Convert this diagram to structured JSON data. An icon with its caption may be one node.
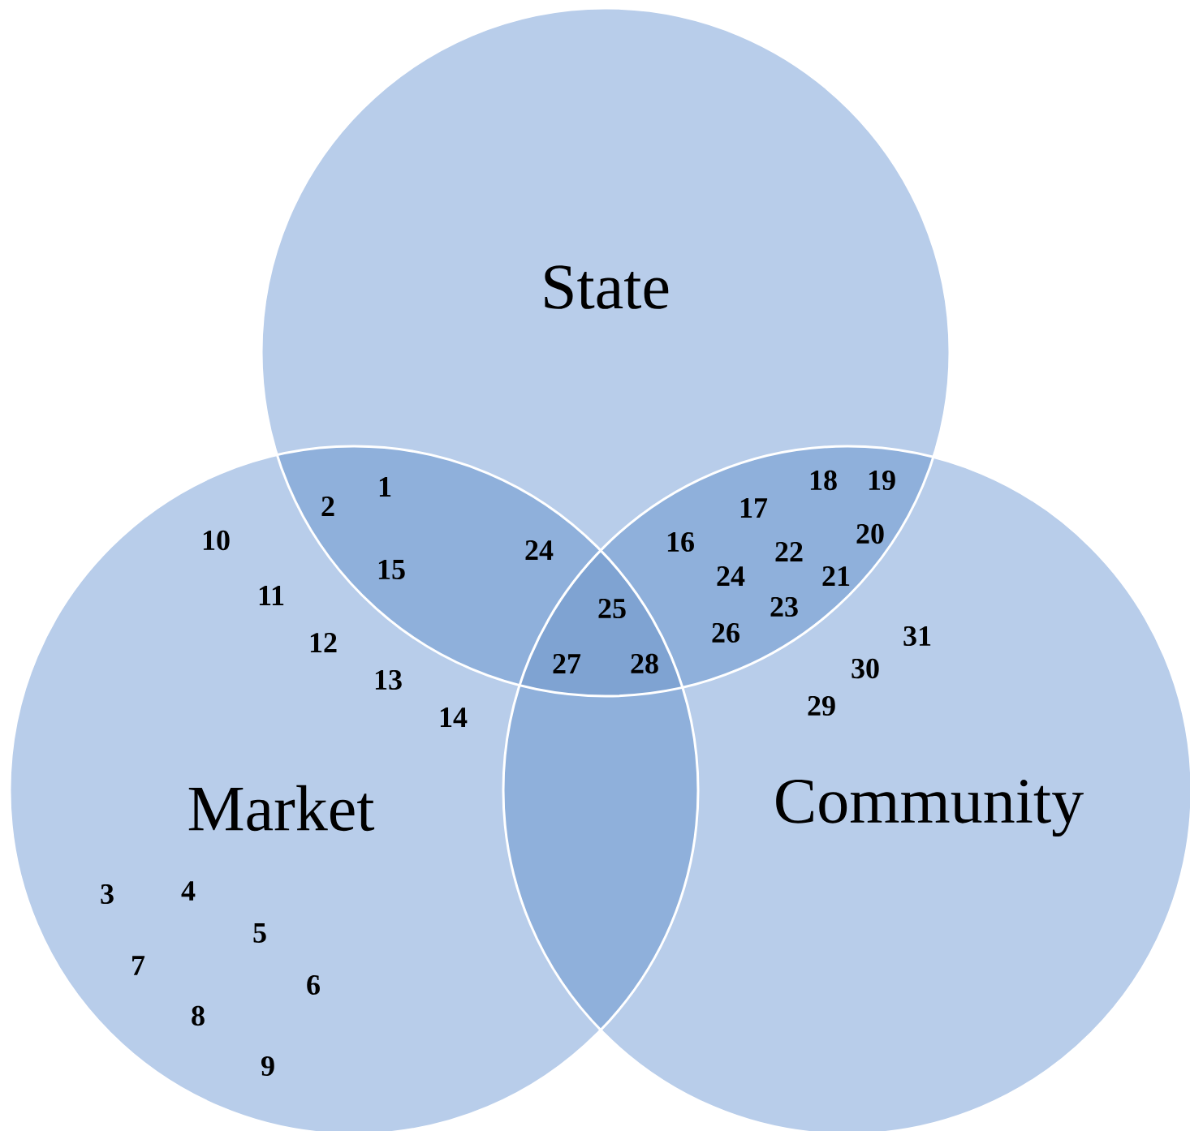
{
  "diagram": {
    "nodes": [
      {
        "text": [
          "State"
        ]
      },
      {
        "text": [
          "Market"
        ]
      },
      {
        "text": [
          "Community"
        ]
      }
    ],
    "labels": [
      "1",
      "2",
      "10",
      "18",
      "19",
      "17",
      "24",
      "16",
      "20",
      "15",
      "22",
      "21",
      "11",
      "25",
      "24",
      "23",
      "12",
      "26",
      "31",
      "27",
      "28",
      "30",
      "13",
      "29",
      "14",
      "3",
      "4",
      "5",
      "7",
      "6",
      "8",
      "9"
    ]
  }
}
